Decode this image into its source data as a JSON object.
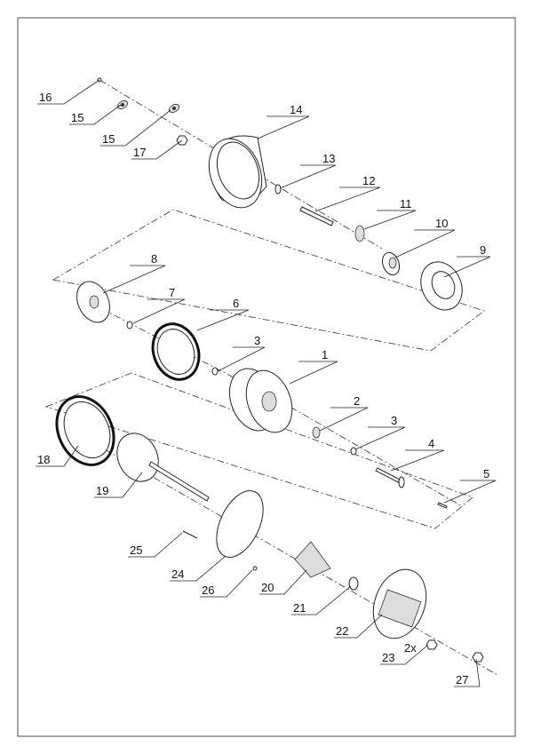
{
  "diagram": {
    "type": "exploded-parts-view",
    "labels": [
      "16",
      "15",
      "15",
      "17",
      "14",
      "13",
      "12",
      "11",
      "10",
      "9",
      "8",
      "7",
      "6",
      "3",
      "1",
      "2",
      "3",
      "4",
      "5",
      "18",
      "19",
      "25",
      "24",
      "26",
      "20",
      "21",
      "22",
      "23",
      "2x",
      "27"
    ]
  }
}
